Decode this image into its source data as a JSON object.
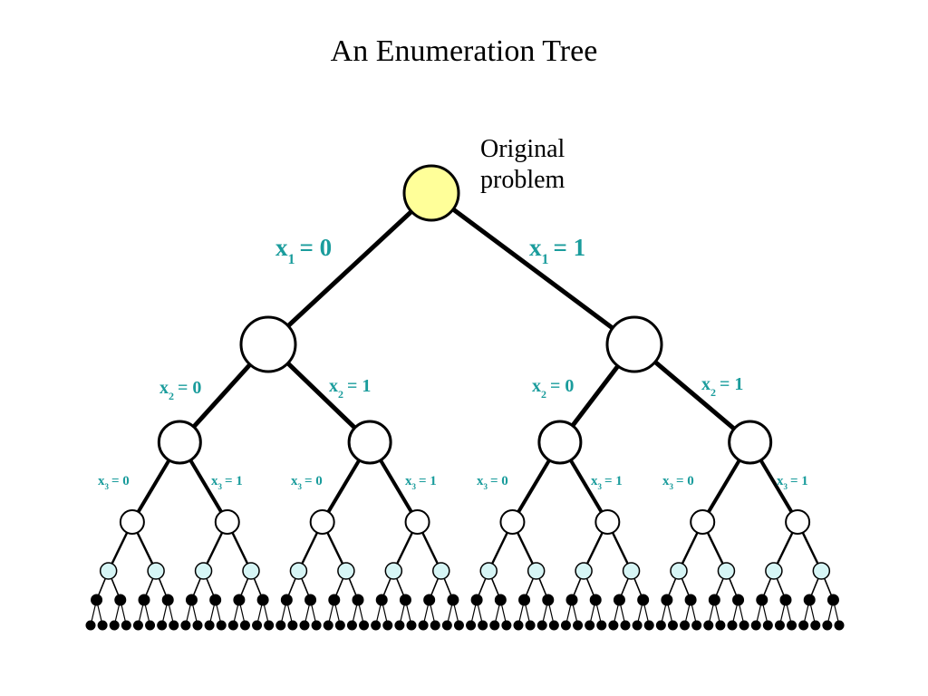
{
  "title": "An Enumeration Tree",
  "root_label": [
    "Original",
    "problem"
  ],
  "colors": {
    "label": "#1a9c9c",
    "root_fill": "#ffff99",
    "level4_fill": "#d6f5f5",
    "line": "#000000",
    "leaf": "#000000"
  },
  "levels": [
    {
      "variable": "x",
      "subscript": "1",
      "labels": [
        "= 0",
        "= 1"
      ]
    },
    {
      "variable": "x",
      "subscript": "2",
      "labels": [
        "= 0",
        "= 1"
      ]
    },
    {
      "variable": "x",
      "subscript": "3",
      "labels": [
        "= 0",
        "= 1"
      ]
    }
  ]
}
